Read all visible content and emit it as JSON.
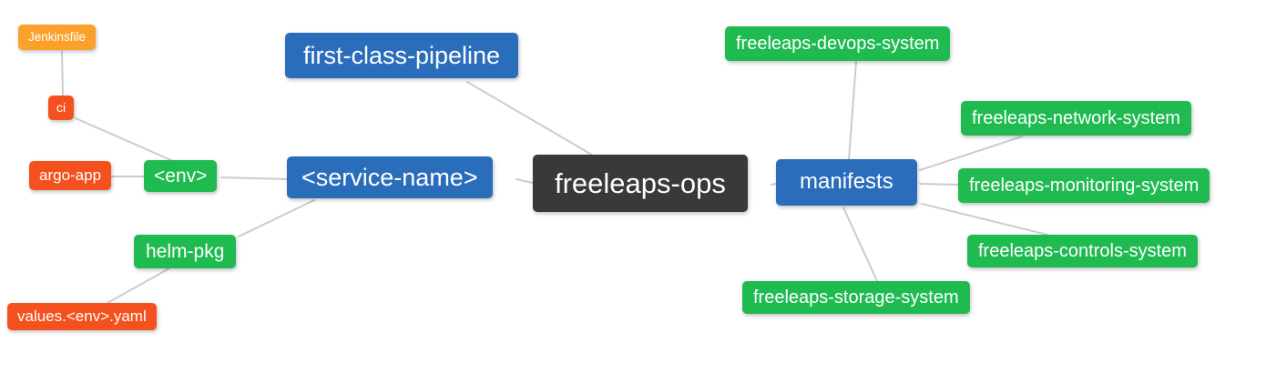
{
  "diagram": {
    "type": "mindmap",
    "root_label": "freeleaps-ops",
    "colors": {
      "primary_blue": "#2a6ebb",
      "green": "#1fba50",
      "orange": "#f9a12b",
      "red_orange": "#f4511e",
      "dark_root": "#3b3838",
      "edge_gray": "#cccccc",
      "node_text": "#ffffff",
      "background": "#ffffff"
    }
  },
  "nodes": [
    {
      "id": "jenkinsfile",
      "label": "Jenkinsfile",
      "color": "#f9a12b"
    },
    {
      "id": "ci",
      "label": "ci",
      "color": "#f4511e"
    },
    {
      "id": "argo-app",
      "label": "argo-app",
      "color": "#f4511e"
    },
    {
      "id": "env",
      "label": "<env>",
      "color": "#1fba50"
    },
    {
      "id": "helm-pkg",
      "label": "helm-pkg",
      "color": "#1fba50"
    },
    {
      "id": "values-yaml",
      "label": "values.<env>.yaml",
      "color": "#f4511e"
    },
    {
      "id": "pipeline",
      "label": "first-class-pipeline",
      "color": "#2a6ebb"
    },
    {
      "id": "service",
      "label": "<service-name>",
      "color": "#2a6ebb"
    },
    {
      "id": "root",
      "label": "freeleaps-ops",
      "color": "#3b3838"
    },
    {
      "id": "manifests",
      "label": "manifests",
      "color": "#2a6ebb"
    },
    {
      "id": "devops",
      "label": "freeleaps-devops-system",
      "color": "#1fba50"
    },
    {
      "id": "network",
      "label": "freeleaps-network-system",
      "color": "#1fba50"
    },
    {
      "id": "monitoring",
      "label": "freeleaps-monitoring-system",
      "color": "#1fba50"
    },
    {
      "id": "controls",
      "label": "freeleaps-controls-system",
      "color": "#1fba50"
    },
    {
      "id": "storage",
      "label": "freeleaps-storage-system",
      "color": "#1fba50"
    }
  ],
  "edges": [
    {
      "from": "jenkinsfile",
      "to": "ci"
    },
    {
      "from": "ci",
      "to": "env"
    },
    {
      "from": "argo-app",
      "to": "env"
    },
    {
      "from": "env",
      "to": "service"
    },
    {
      "from": "service",
      "to": "helm-pkg"
    },
    {
      "from": "helm-pkg",
      "to": "values-yaml"
    },
    {
      "from": "pipeline",
      "to": "root"
    },
    {
      "from": "service",
      "to": "root"
    },
    {
      "from": "root",
      "to": "manifests"
    },
    {
      "from": "manifests",
      "to": "devops"
    },
    {
      "from": "manifests",
      "to": "network"
    },
    {
      "from": "manifests",
      "to": "monitoring"
    },
    {
      "from": "manifests",
      "to": "controls"
    },
    {
      "from": "manifests",
      "to": "storage"
    }
  ]
}
